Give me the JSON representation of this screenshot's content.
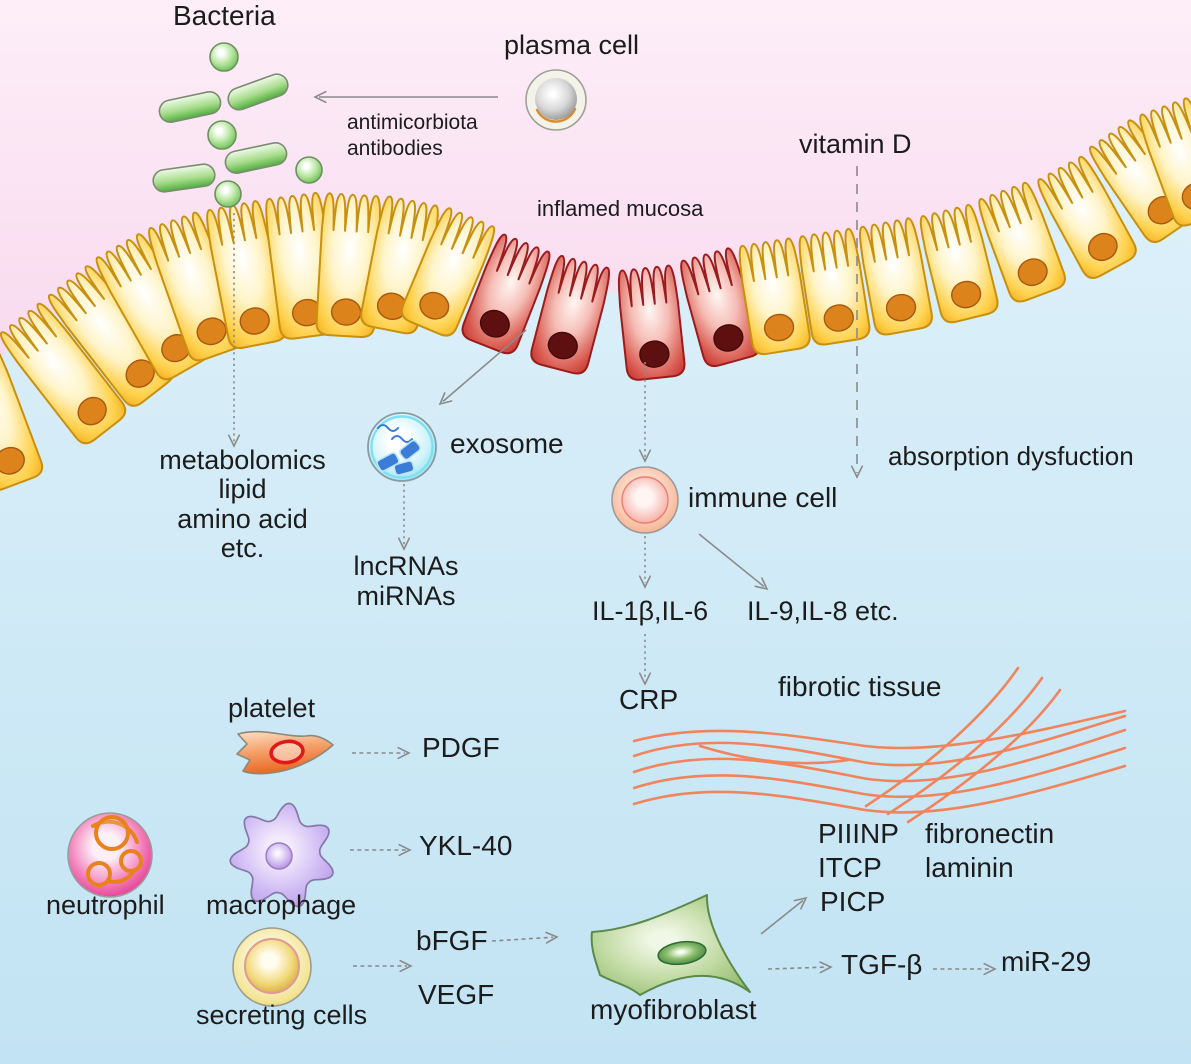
{
  "figure": {
    "labels": {
      "bacteria": "Bacteria",
      "plasma_cell": "plasma cell",
      "antibodies": [
        "antimicorbiota",
        "antibodies"
      ],
      "vitamin_d": "vitamin D",
      "inflamed_mucosa": "inflamed mucosa",
      "metabolomics": [
        "metabolomics",
        "lipid",
        "amino acid",
        "etc."
      ],
      "exosome": "exosome",
      "rnas": [
        "lncRNAs",
        "miRNAs"
      ],
      "immune_cell": "immune cell",
      "absorption": "absorption dysfuction",
      "il1b_il6": "IL-1β,IL-6",
      "il9_il8": "IL-9,IL-8 etc.",
      "crp": "CRP",
      "fibrotic_tissue": "fibrotic tissue",
      "platelet": "platelet",
      "pdgf": "PDGF",
      "neutrophil": "neutrophil",
      "macrophage": "macrophage",
      "ykl40": "YKL-40",
      "secreting_cells": "secreting cells",
      "bfgf": "bFGF",
      "vegf": "VEGF",
      "myofibroblast": "myofibroblast",
      "picp": "PICP",
      "piiinp": "PIIINP",
      "itcp": "ITCP",
      "fibronectin": "fibronectin",
      "laminin": "laminin",
      "tgfb": "TGF-β",
      "mir29": "miR-29"
    },
    "colors": {
      "background_pink": "#F8D8EE",
      "background_blue": "#C2E3F3",
      "epithelium_gold": "#F2A71E",
      "epithelium_stroke": "#C8900F",
      "inflamed_red": "#C22B28",
      "inflamed_stroke": "#9B1C1C",
      "nucleus_orange": "#DD831C",
      "inflamed_nucleus": "#5E1010",
      "bacteria_green": "#58B947",
      "exosome_cyan": "#6FD4EA",
      "exosome_blue": "#3B7CD6",
      "immune_peach": "#F2A37E",
      "neutrophil_pink": "#DE1F86",
      "neutrophil_nucleus_orange": "#E8821E",
      "macrophage_purple": "#B197E6",
      "secreting_yellow": "#E2CB58",
      "myofibroblast_green": "#8CB868",
      "platelet_orange": "#EA6722",
      "platelet_nucleus_red": "#E01818",
      "fibrotic_orange": "#F0845C",
      "arrow_gray": "#8A8A8A",
      "text": "#1C1C1C"
    }
  }
}
